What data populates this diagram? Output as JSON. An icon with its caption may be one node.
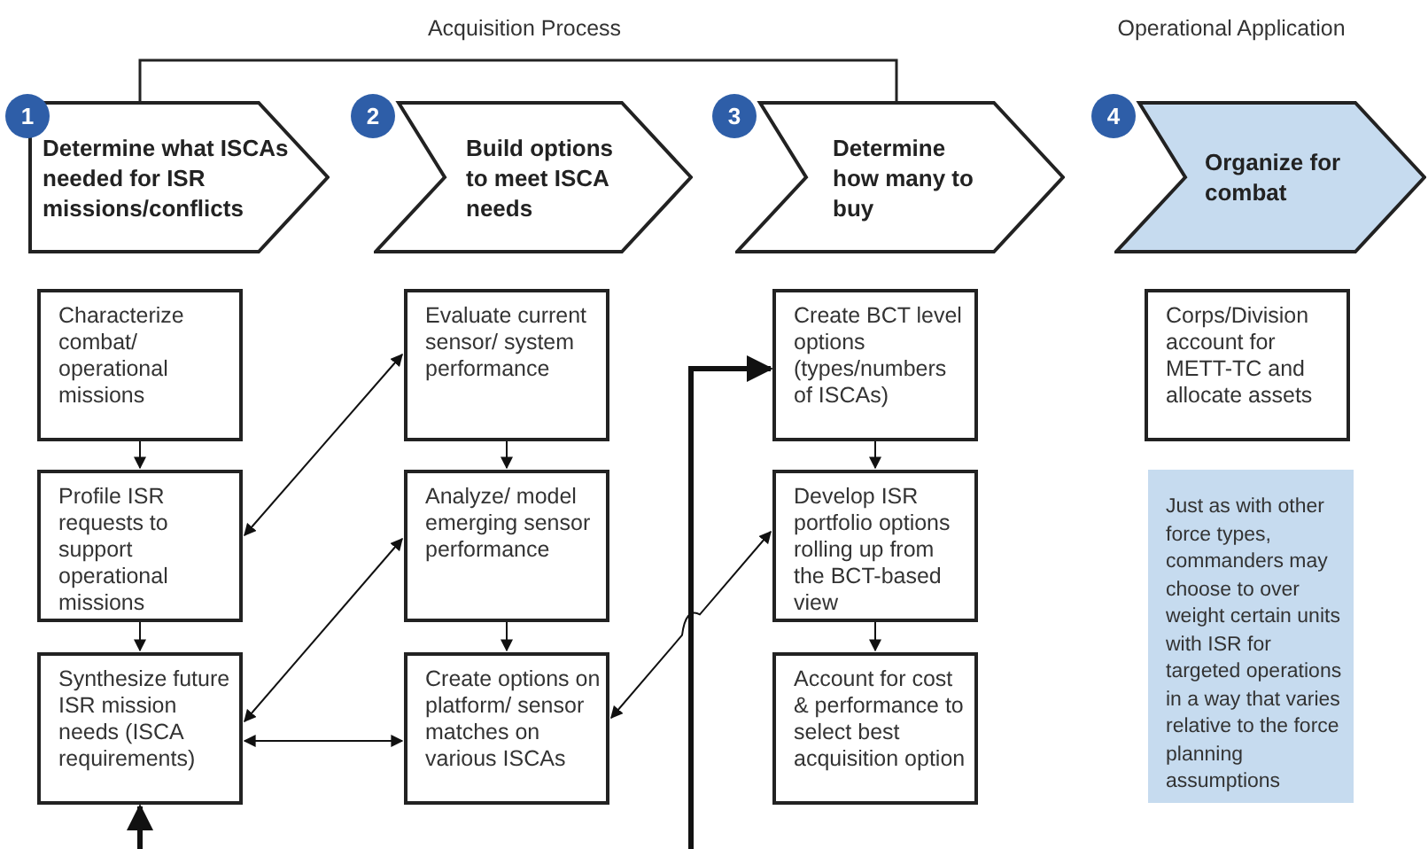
{
  "diagram": {
    "nodes": [
      {
        "text": [
          "1",
          "Determine what ISCAs needed for ISR missions/conflicts"
        ]
      },
      {
        "text": [
          "2",
          "Build options to meet ISCA needs"
        ]
      },
      {
        "text": [
          "3",
          "Determine how many to buy"
        ]
      },
      {
        "text": [
          "4",
          "Organize for combat"
        ]
      },
      {
        "text": [
          "Characterize combat/ operational missions"
        ]
      },
      {
        "text": [
          "Profile ISR requests to support operational missions"
        ]
      },
      {
        "text": [
          "Synthesize future ISR mission needs (ISCA requirements)"
        ]
      },
      {
        "text": [
          "Evaluate current sensor/ system performance"
        ]
      },
      {
        "text": [
          "Analyze/ model emerging sensor performance"
        ]
      },
      {
        "text": [
          "Create options on platform/ sensor matches on various ISCAs"
        ]
      },
      {
        "text": [
          "Create BCT level options (types/numbers of ISCAs)"
        ]
      },
      {
        "text": [
          "Develop ISR portfolio options rolling up from the BCT-based view"
        ]
      },
      {
        "text": [
          "Account for cost & performance to select best acquisition option"
        ]
      },
      {
        "text": [
          "Corps/Division account for METT-TC and allocate assets"
        ]
      },
      {
        "text": [
          "Just as with other force types, commanders may choose to over weight certain units with ISR for targeted operations in a way that varies relative to the force planning assumptions"
        ]
      }
    ],
    "edges": [
      {
        "from": 4,
        "to": 5,
        "arrow": "to"
      },
      {
        "from": 5,
        "to": 6,
        "arrow": "to"
      },
      {
        "from": 7,
        "to": 8,
        "arrow": "to"
      },
      {
        "from": 8,
        "to": 9,
        "arrow": "to"
      },
      {
        "from": 10,
        "to": 11,
        "arrow": "to"
      },
      {
        "from": 11,
        "to": 12,
        "arrow": "to"
      },
      {
        "from": 5,
        "to": 7,
        "arrow": "both"
      },
      {
        "from": 6,
        "to": 8,
        "arrow": "both"
      },
      {
        "from": 6,
        "to": 9,
        "arrow": "both"
      },
      {
        "from": 9,
        "to": 11,
        "arrow": "both"
      },
      {
        "from": null,
        "to": 6,
        "arrow": "to",
        "style": "thick"
      },
      {
        "from": null,
        "to": 10,
        "arrow": "to",
        "style": "thick"
      }
    ],
    "labels": [
      "Acquisition Process",
      "Operational Application"
    ]
  }
}
